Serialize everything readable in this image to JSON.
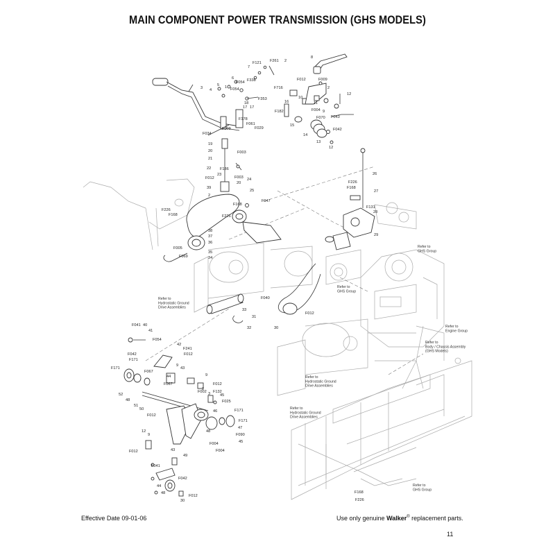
{
  "page": {
    "title": "MAIN COMPONENT POWER TRANSMISSION (GHS MODELS)",
    "footer_left": "Effective Date 09-01-06",
    "footer_right_prefix": "Use only genuine ",
    "footer_right_brand": "Walker",
    "footer_right_mark": "®",
    "footer_right_suffix": " replacement parts.",
    "page_number": "11"
  },
  "references": {
    "hydro_1": [
      "Refer to",
      "Hydrostatic Ground",
      "Drive Assemblies"
    ],
    "hydro_2": [
      "Refer to",
      "Hydrostatic Ground",
      "Drive Assemblies"
    ],
    "hydro_3": [
      "Refer to",
      "Hydrostatic Ground",
      "Drive Assemblies"
    ],
    "ghs_1": [
      "Refer to",
      "GHS Group"
    ],
    "ghs_2": [
      "Refer to",
      "GHS Group"
    ],
    "ghs_3": [
      "Refer to",
      "GHS Group"
    ],
    "engine": [
      "Refer to",
      "Engine Group"
    ],
    "body": [
      "Refer to",
      "Body / Chassis Assembly",
      "(GHS Models)"
    ]
  },
  "callouts": {
    "c_f121": "F121",
    "c_f261": "F261",
    "c_2a": "2",
    "c_7": "7",
    "c_8": "8",
    "c_3": "3",
    "c_6": "6",
    "c_5": "5",
    "c_f054a": "F054",
    "c_f338": "F338",
    "c_4": "4",
    "c_1": "1",
    "c_f054b": "F054",
    "c_f353": "F353",
    "c_18": "18",
    "c_17a": "17",
    "c_17b": "17",
    "c_f716": "F716",
    "c_f012a": "F012",
    "c_f009a": "F009",
    "c_2b": "2",
    "c_10": "10",
    "c_11": "11",
    "c_16": "16",
    "c_f182": "F182",
    "c_f004a": "F004",
    "c_9a": "9",
    "c_15": "15",
    "c_f070": "F070",
    "c_12a": "12",
    "c_f043": "F043",
    "c_f042a": "F042",
    "c_14": "14",
    "c_13": "13",
    "c_12b": "12",
    "c_f178": "F178",
    "c_f061": "F061",
    "c_f029": "F029",
    "c_f034": "F034",
    "c_f009b": "F009",
    "c_19": "19",
    "c_20a": "20",
    "c_f003a": "F003",
    "c_21": "21",
    "c_22": "22",
    "c_f186": "F186",
    "c_23": "23",
    "c_f003b": "F003",
    "c_f012b": "F012",
    "c_20b": "20",
    "c_24": "24",
    "c_39": "39",
    "c_25": "25",
    "c_2c": "2",
    "c_f168a": "F168",
    "c_f047": "F047",
    "c_f226a": "F226",
    "c_f168b": "F168",
    "c_f226b": "F226",
    "c_38": "38",
    "c_37": "37",
    "c_36": "36",
    "c_f005": "F005",
    "c_35": "35",
    "c_f069": "F069",
    "c_34": "34",
    "c_26": "26",
    "c_f226c": "F226",
    "c_f168c": "F168",
    "c_27": "27",
    "c_f131": "F131",
    "c_28": "28",
    "c_29": "29",
    "c_f040": "F040",
    "c_33": "33",
    "c_f012c": "F012",
    "c_31": "31",
    "c_30a": "30",
    "c_32": "32",
    "c_f041a": "F041",
    "c_40": "40",
    "c_41": "41",
    "c_f054c": "F054",
    "c_42": "42",
    "c_f241": "F241",
    "c_f012d": "F012",
    "c_f042b": "F042",
    "c_f171a": "F171",
    "c_f171b": "F171",
    "c_f067a": "F067",
    "c_9b": "9",
    "c_43a": "43",
    "c_44a": "44",
    "c_9c": "9",
    "c_f012e": "F012",
    "c_2d": "2",
    "c_f002": "F002",
    "c_f132": "F132",
    "c_52": "52",
    "c_f067b": "F067",
    "c_3b": "3",
    "c_45a": "45",
    "c_48a": "48",
    "c_f025": "F025",
    "c_51": "51",
    "c_50": "50",
    "c_f171c": "F171",
    "c_46": "46",
    "c_f012f": "F012",
    "c_f171d": "F171",
    "c_47": "47",
    "c_48b": "48",
    "c_f090": "F090",
    "c_12c": "12",
    "c_9d": "9",
    "c_f004b": "F004",
    "c_45b": "45",
    "c_f012g": "F012",
    "c_f004c": "F004",
    "c_43b": "43",
    "c_49": "49",
    "c_f041b": "F041",
    "c_f042c": "F042",
    "c_44b": "44",
    "c_48c": "48",
    "c_f012h": "F012",
    "c_30b": "30",
    "c_f168d": "F168",
    "c_f226d": "F226"
  },
  "colors": {
    "ink": "#111111",
    "line": "#333333",
    "ghost": "#aaaaaa"
  }
}
